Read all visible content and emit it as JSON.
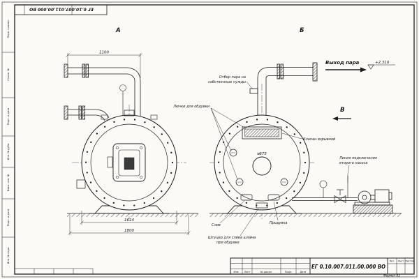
{
  "sheet": {
    "paper_color": "#fbfaf6",
    "line_color": "#1c1c1c",
    "title_inverted": "ЕГ 0.10.007.011.00.000 ВО"
  },
  "views": {
    "a_label": "А",
    "b_label": "Б",
    "v_label": "В"
  },
  "callouts": {
    "steam_outlet": "Выход пара",
    "elevation": "+2,310",
    "steam_tap_line1": "Отбор пара на",
    "steam_tap_line2": "собственные нужды",
    "blow_hatches": "Лючки для обдувки",
    "explosion_valve": "Клапан взрывной",
    "second_pump_line1": "Линия подключения",
    "second_pump_line2": "второго насоса",
    "drain": "Слив",
    "blowdown": "Продувка",
    "sludge_line1": "Штуцер для слива шлама",
    "sludge_line2": "при обдувке"
  },
  "dimensions": {
    "pipe_span": "1100",
    "vessel_width": "1614",
    "base_span": "1800",
    "manhole_dia": "⌀675"
  },
  "title_block": {
    "doc_number": "ЕГ 0.10.007.011.00.000 ВО",
    "col_labels": [
      "Изм.",
      "Лист",
      "№ докум.",
      "Подп.",
      "Дата"
    ],
    "right_labels": [
      "Лит.",
      "Лист",
      "Листов"
    ],
    "format_label": "Формат А3"
  },
  "margin_stamps": [
    "Перв. примен.",
    "Справ. №",
    "Подп. и дата",
    "Инв. № дубл.",
    "Взам. инв. №",
    "Подп. и дата",
    "Инв. № подл."
  ]
}
